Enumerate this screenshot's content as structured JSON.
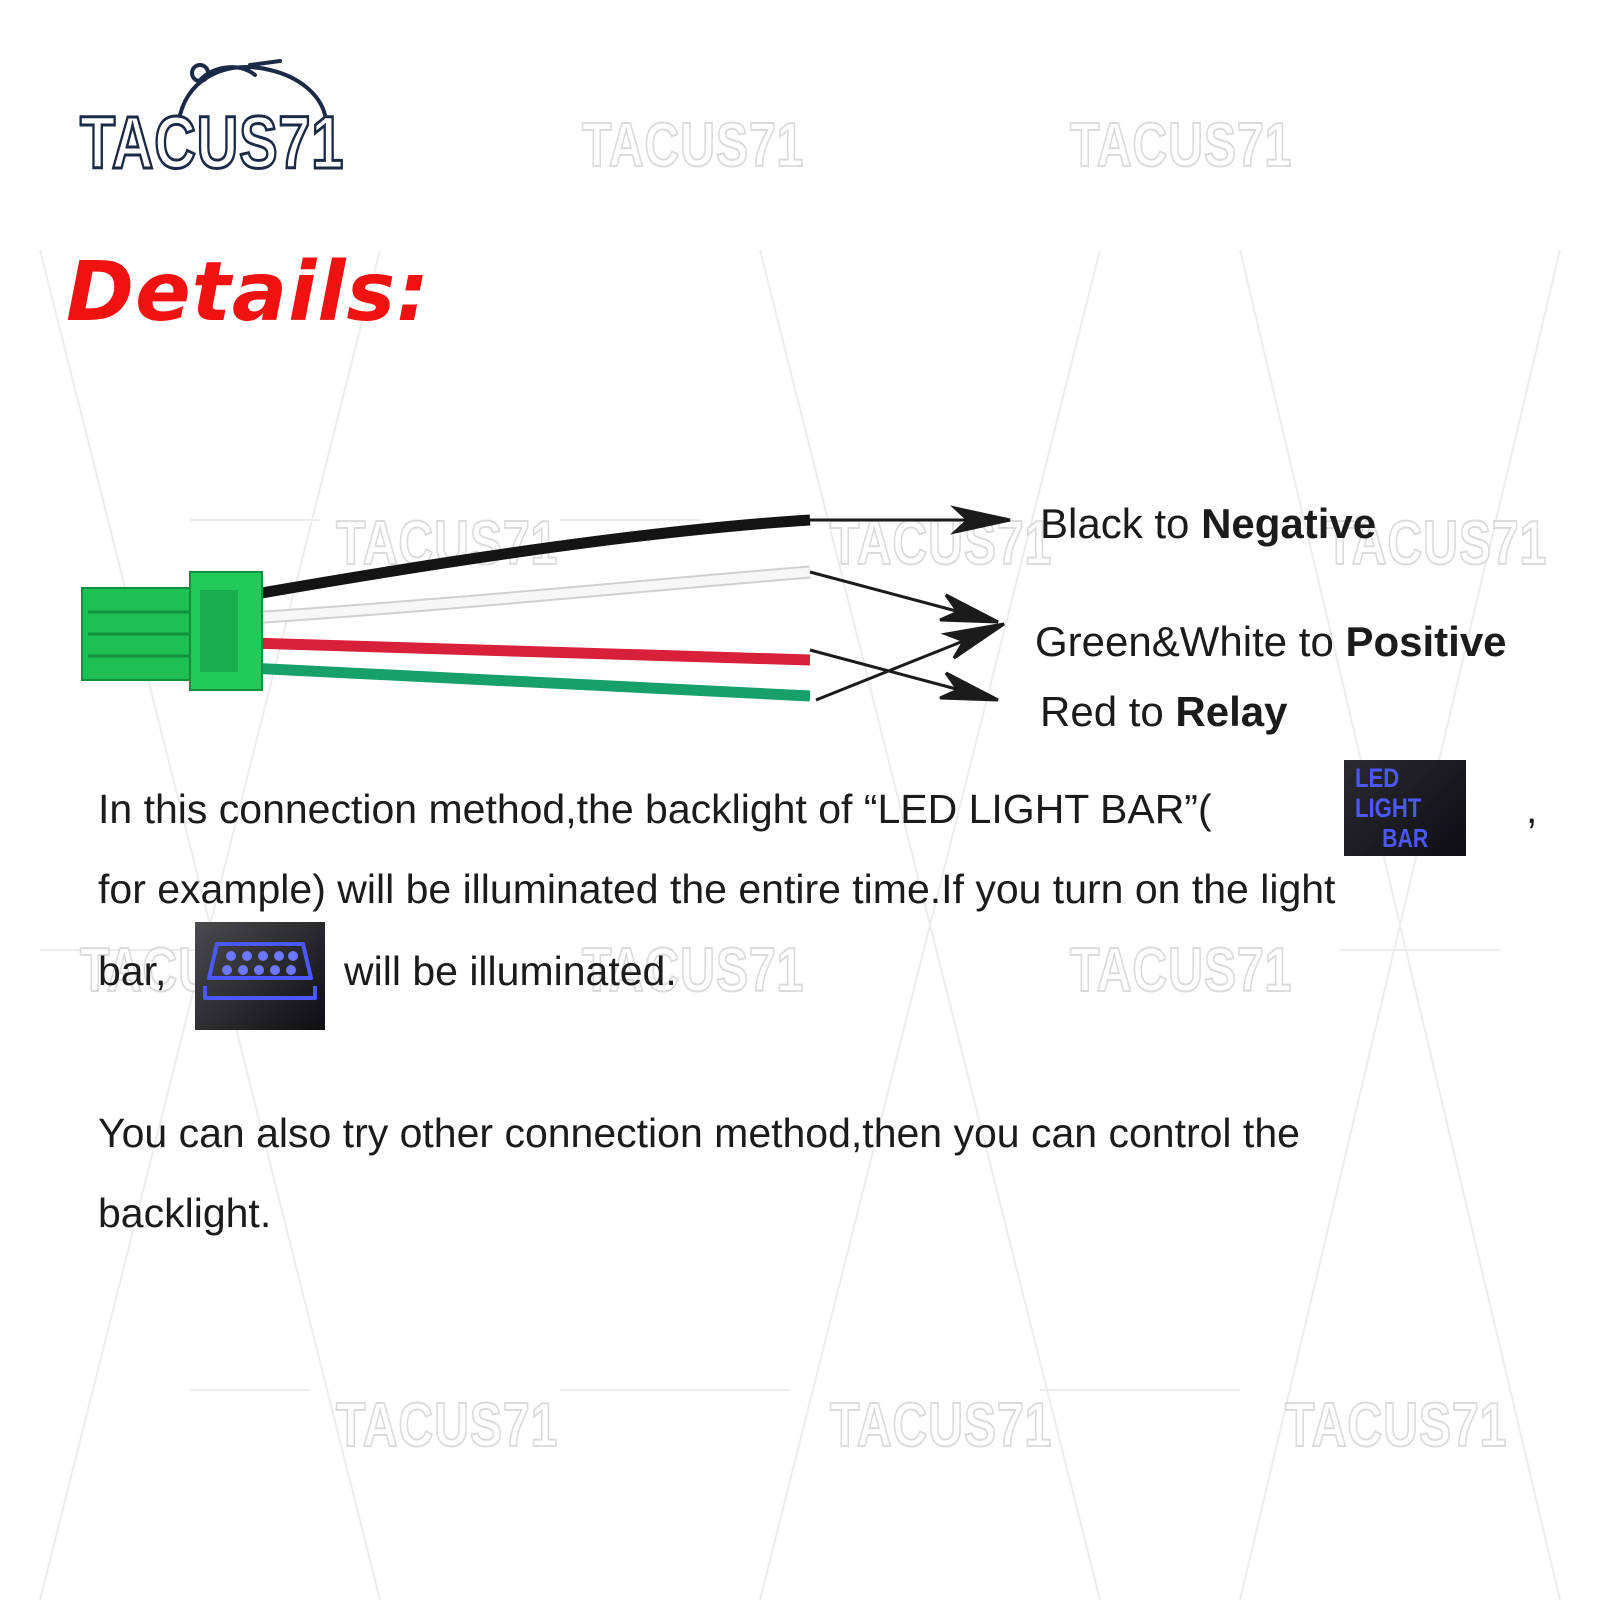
{
  "brand": {
    "logo_text": "TACUS71",
    "watermark_text": "TACUS71"
  },
  "title": "Details:",
  "wire_labels": [
    {
      "prefix": "Black to ",
      "bold": "Negative"
    },
    {
      "prefix": "Green&White to ",
      "bold": "Positive"
    },
    {
      "prefix": "Red to ",
      "bold": "Relay"
    }
  ],
  "paragraph1": {
    "line1_start": "In this connection method,the backlight of “LED LIGHT BAR”(",
    "line1_end": ",",
    "line2": "for example) will be illuminated the entire time.If you turn on  the light",
    "line3_start": "bar,",
    "line3_end": "will be illuminated."
  },
  "paragraph2": {
    "line1": "You can also try other connection method,then you can control the",
    "line2": "backlight."
  },
  "switch_icon": {
    "line1": "LED LIGHT",
    "line2": "BAR"
  },
  "icons": {
    "switch_label": "led-light-bar-switch-icon",
    "lightbar": "light-bar-icon",
    "connector": "green-connector-icon"
  },
  "colors": {
    "title": "#f01111",
    "connector": "#1fbf55",
    "wire_black": "#141414",
    "wire_white": "#f4f4f4",
    "wire_red": "#d8203a",
    "wire_green": "#18a06a",
    "icon_blue": "#4b58ff",
    "logo": "#1b2a47"
  }
}
